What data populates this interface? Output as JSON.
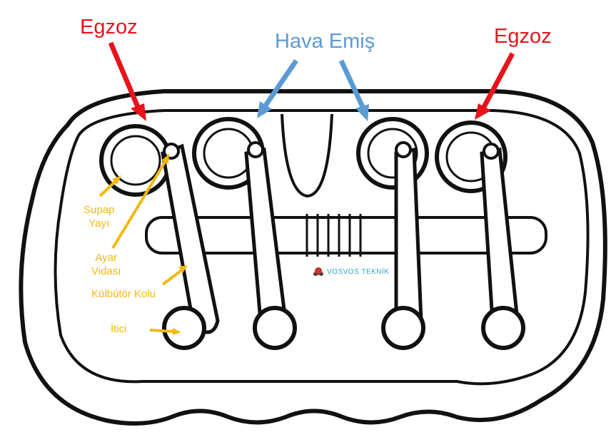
{
  "colors": {
    "exhaust": "#e8131b",
    "intake": "#5b9bd5",
    "parts": "#f2b80f",
    "watermark": "#2aa6c9"
  },
  "labels": {
    "exhaust_left": "Egzoz",
    "exhaust_right": "Egzoz",
    "intake": "Hava Emiş",
    "valve_spring_line1": "Supap",
    "valve_spring_line2": "Yayı",
    "adjust_screw_line1": "Ayar",
    "adjust_screw_line2": "Vidası",
    "rocker_arm": "Külbütör Kolu",
    "pushrod": "İtici"
  },
  "watermark": {
    "text": "VOSVOS TEKNİK",
    "icon": "beetle-car-icon"
  }
}
